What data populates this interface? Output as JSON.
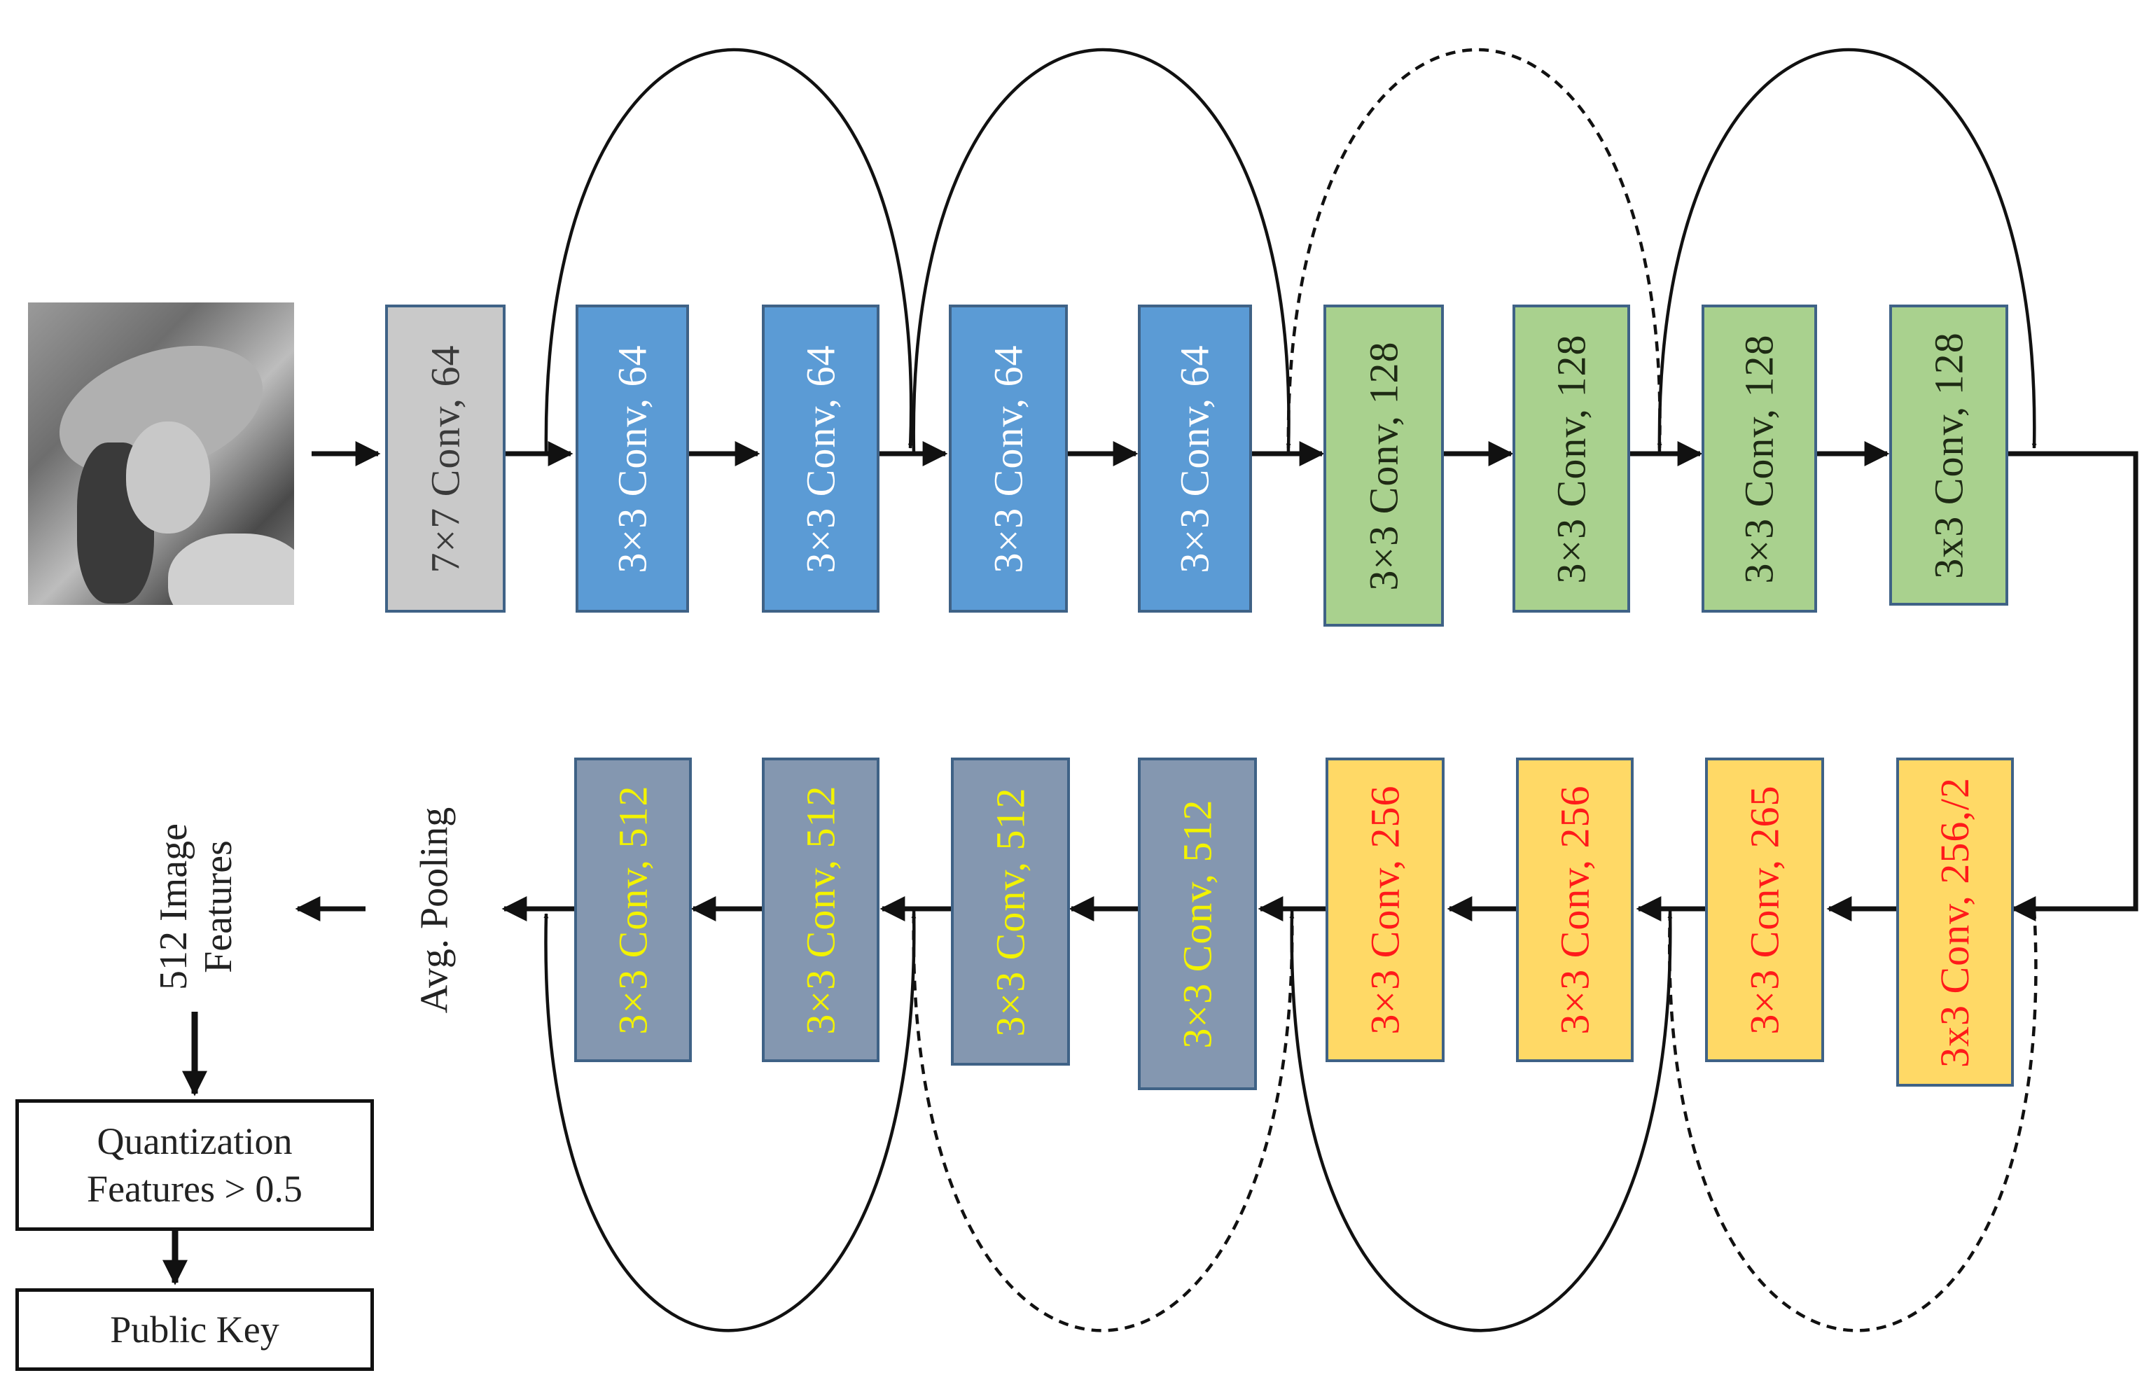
{
  "input_image": "lena-input-photo",
  "top_row": [
    {
      "label": "7×7 Conv, 64",
      "color": "gray"
    },
    {
      "label": "3×3 Conv, 64",
      "color": "blue"
    },
    {
      "label": "3×3 Conv, 64",
      "color": "blue"
    },
    {
      "label": "3×3 Conv, 64",
      "color": "blue"
    },
    {
      "label": "3×3 Conv, 64",
      "color": "blue"
    },
    {
      "label": "3×3 Conv, 128",
      "color": "green"
    },
    {
      "label": "3×3 Conv, 128",
      "color": "green"
    },
    {
      "label": "3×3 Conv, 128",
      "color": "green"
    },
    {
      "label": "3x3 Conv, 128",
      "color": "green"
    }
  ],
  "bottom_row": [
    {
      "label": "3x3 Conv, 256,/2",
      "color": "orange"
    },
    {
      "label": "3×3 Conv, 265",
      "color": "orange"
    },
    {
      "label": "3×3 Conv, 256",
      "color": "orange"
    },
    {
      "label": "3×3 Conv, 256",
      "color": "orange"
    },
    {
      "label": "3×3 Conv, 512",
      "color": "slate"
    },
    {
      "label": "3×3 Conv, 512",
      "color": "slate"
    },
    {
      "label": "3×3 Conv, 512",
      "color": "slate"
    },
    {
      "label": "3×3 Conv, 512",
      "color": "slate"
    }
  ],
  "avg_pooling": "Avg. Pooling",
  "features": {
    "line1": "512 Image",
    "line2": "Features"
  },
  "quantization": {
    "line1": "Quantization",
    "line2": "Features > 0.5"
  },
  "public_key": "Public Key",
  "colors": {
    "gray": "#c9c9c9",
    "blue": "#5b9bd5",
    "green": "#a9d18e",
    "orange": "#ffd966",
    "slate": "#8497b0",
    "border": "#3f6286",
    "orange_text": "#ff1a1a",
    "slate_text": "#f3f300"
  }
}
